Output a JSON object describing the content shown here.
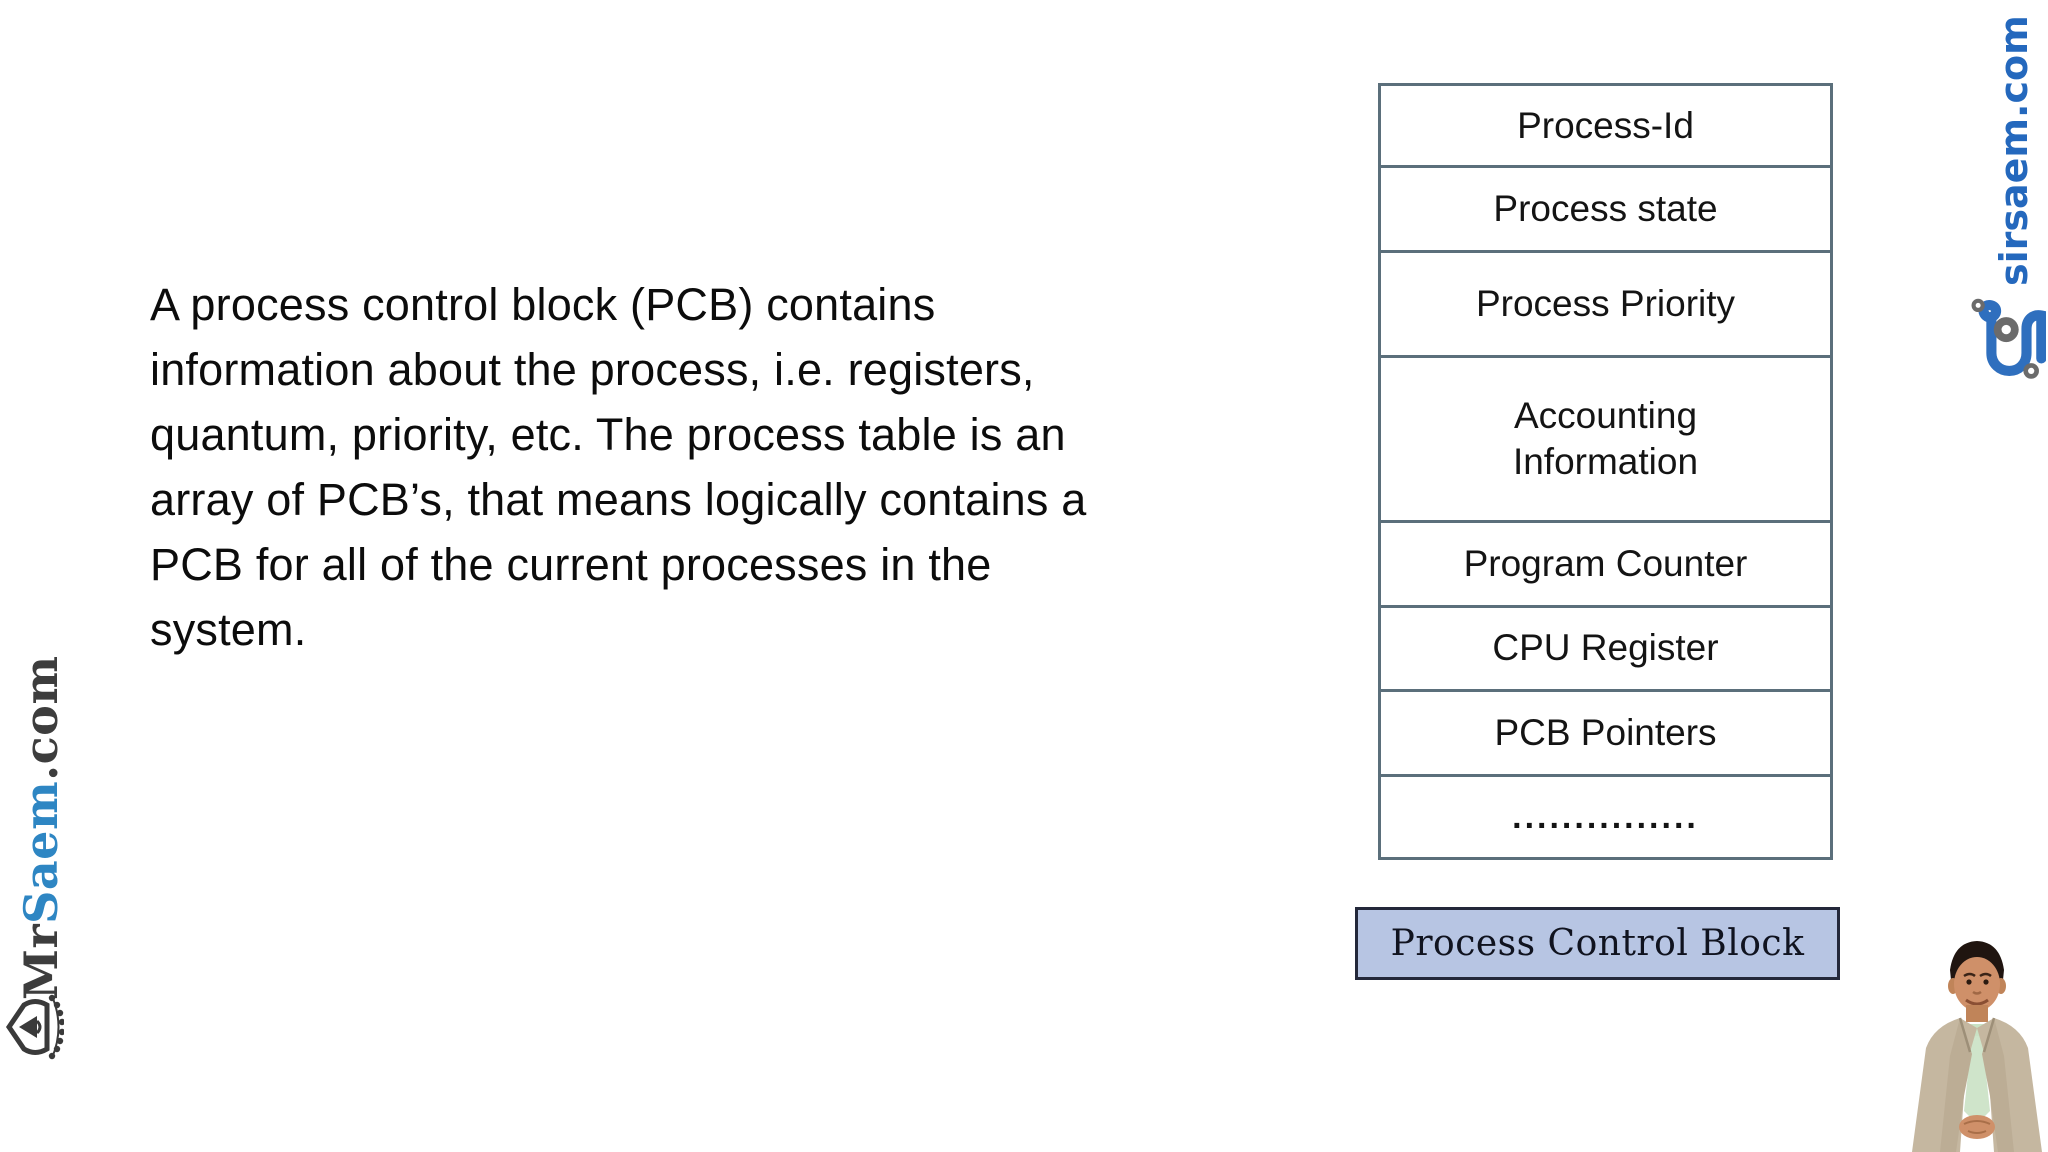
{
  "page": {
    "background_color": "#ffffff"
  },
  "paragraph": {
    "lines": [
      "A process control block (PCB) contains",
      "information about the process, i.e. registers,",
      "quantum, priority, etc. The process table is an",
      "array of PCB’s, that means logically contains a",
      "PCB for all of the current processes in the",
      "system."
    ]
  },
  "pcb_diagram": {
    "rows": [
      {
        "label": "Process-Id"
      },
      {
        "label": "Process state"
      },
      {
        "label": "Process Priority"
      },
      {
        "label": "Accounting\nInformation"
      },
      {
        "label": "Program Counter"
      },
      {
        "label": "CPU Register"
      },
      {
        "label": "PCB Pointers"
      },
      {
        "label": "..............."
      }
    ],
    "caption": "Process Control Block",
    "border_color": "#5b6f7b",
    "caption_bg_color": "#b7c5e3",
    "caption_border_color": "#23283a"
  },
  "watermarks": {
    "left": {
      "prefix": "Mr",
      "brand": "Saem",
      "suffix": ".com",
      "dark_color": "#3d3d3d",
      "blue_color": "#2e86c3",
      "logo_icon": "mrsaem-shield-crest-icon"
    },
    "right": {
      "text": "sirsaem.com",
      "color": "#2468bd",
      "logo_icon": "sirsaem-s-monogram-icon"
    }
  },
  "icons": {
    "mrsaem-shield-crest-icon": "shield with graduation cap and laurel wreath",
    "sirsaem-s-monogram-icon": "blue S curve with gray dots",
    "presenter-photo": "man in beige suit with green tie, hands clasped"
  }
}
